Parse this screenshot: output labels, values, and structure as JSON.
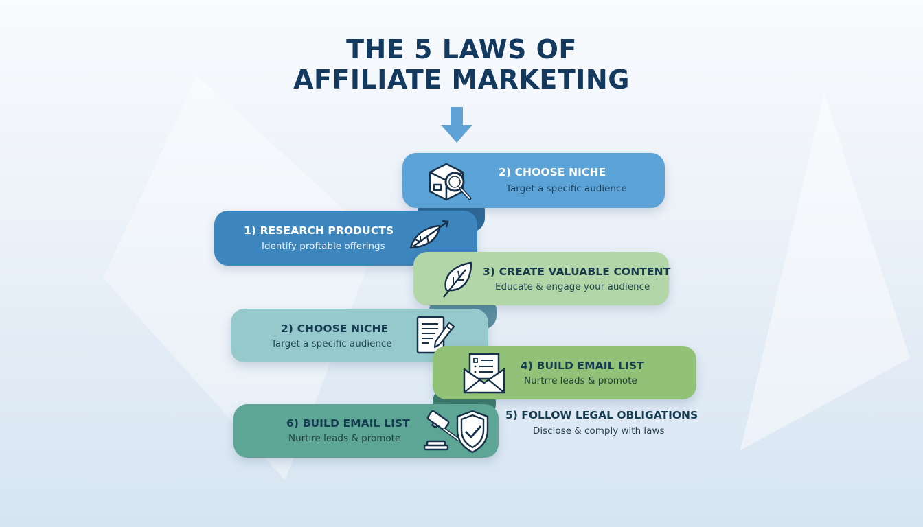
{
  "title": {
    "line1": "THE 5 LAWS OF",
    "line2": "AFFILIATE MARKETING"
  },
  "colors": {
    "title": "#133a5e",
    "arrow": "#5fa3d6",
    "card_choose_niche_top": "#5ba3d6",
    "card_research": "#3d85bd",
    "card_content": "#b3d6a8",
    "card_choose_niche_mid": "#96c9cc",
    "card_email": "#92c277",
    "card_legal_bottom": "#5da595",
    "dark_text": "#163c52",
    "light_text": "#ffffff"
  },
  "steps": [
    {
      "id": "choose-niche-top",
      "label": "2) CHOOSE NICHE",
      "description": "Target a specific audience",
      "icon": "box-search-icon"
    },
    {
      "id": "research-products",
      "label": "1) RESEARCH PRODUCTS",
      "description": "Identify proftable offerings",
      "icon": "leaf-arrow-icon"
    },
    {
      "id": "create-content",
      "label": "3) CREATE VALUABLE CONTENT",
      "description": "Educate & engage your audience",
      "icon": "leaf-icon"
    },
    {
      "id": "choose-niche-mid",
      "label": "2) CHOOSE NICHE",
      "description": "Target a specific audience",
      "icon": "document-pen-icon"
    },
    {
      "id": "build-email-list",
      "label": "4) BUILD EMAIL LIST",
      "description": "Nurtrre leads & promote",
      "icon": "envelope-letter-icon"
    },
    {
      "id": "follow-legal",
      "label": "5) FOLLOW LEGAL OBLIGATIONS",
      "description": "Disclose & comply with laws",
      "icon": "none"
    },
    {
      "id": "build-email-list-bottom",
      "label": "6) BUILD EMAIL LIST",
      "description": "Nurtıre leads & promote",
      "icon": "gavel-shield-icon"
    }
  ]
}
